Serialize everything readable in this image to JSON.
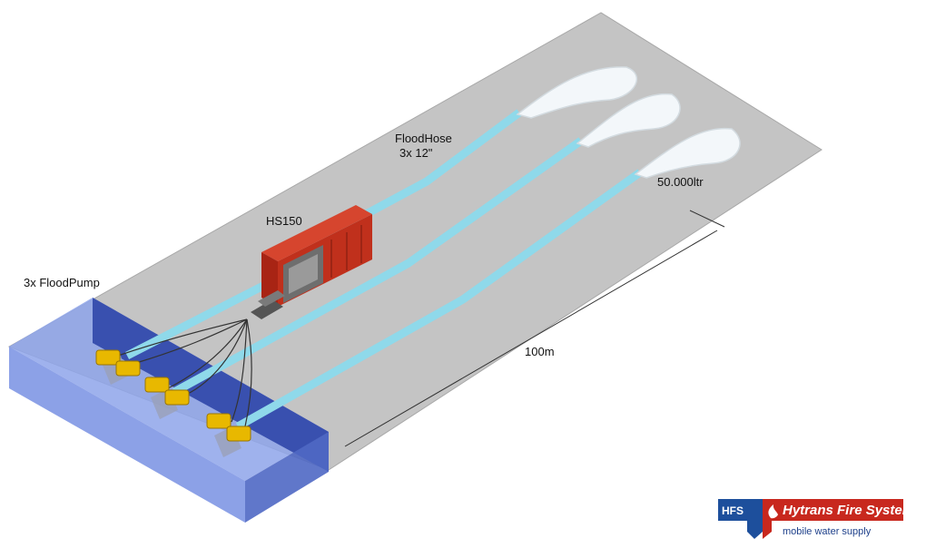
{
  "labels": {
    "pumps": "3x FloodPump",
    "unit": "HS150",
    "hose_name": "FloodHose",
    "hose_spec": "3x 12\"",
    "volume": "50.000ltr",
    "distance": "100m"
  },
  "logo": {
    "abbr": "HFS",
    "name": "Hytrans Fire System",
    "tagline": "mobile water supply"
  },
  "colors": {
    "ground": "#c4c4c4",
    "hose": "#8fd9ea",
    "water_top": "#7b93e0",
    "water_side": "#3a52b3",
    "unit": "#c0301c",
    "pump": "#e8b800",
    "brand_blue": "#1d4f9c",
    "brand_red": "#c8281e"
  }
}
